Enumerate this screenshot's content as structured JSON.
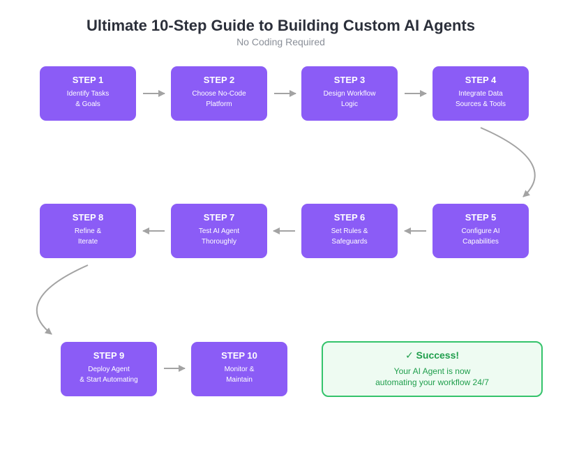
{
  "header": {
    "title": "Ultimate 10-Step Guide to Building Custom AI Agents",
    "subtitle": "No Coding Required"
  },
  "steps": [
    {
      "title": "STEP 1",
      "desc": "Identify Tasks\n& Goals"
    },
    {
      "title": "STEP 2",
      "desc": "Choose No-Code\nPlatform"
    },
    {
      "title": "STEP 3",
      "desc": "Design Workflow\nLogic"
    },
    {
      "title": "STEP 4",
      "desc": "Integrate Data\nSources & Tools"
    },
    {
      "title": "STEP 5",
      "desc": "Configure AI\nCapabilities"
    },
    {
      "title": "STEP 6",
      "desc": "Set Rules &\nSafeguards"
    },
    {
      "title": "STEP 7",
      "desc": "Test AI Agent\nThoroughly"
    },
    {
      "title": "STEP 8",
      "desc": "Refine &\nIterate"
    },
    {
      "title": "STEP 9",
      "desc": "Deploy Agent\n& Start Automating"
    },
    {
      "title": "STEP 10",
      "desc": "Monitor &\nMaintain"
    }
  ],
  "success": {
    "title": "✓ Success!",
    "line1": "Your AI Agent is now",
    "line2": "automating your workflow 24/7"
  },
  "colors": {
    "step_fill": "#8b5cf6",
    "arrow": "#a3a3a3",
    "success_border": "#34c36b",
    "success_fill": "#eefbf2",
    "success_text": "#1f9e4c"
  }
}
